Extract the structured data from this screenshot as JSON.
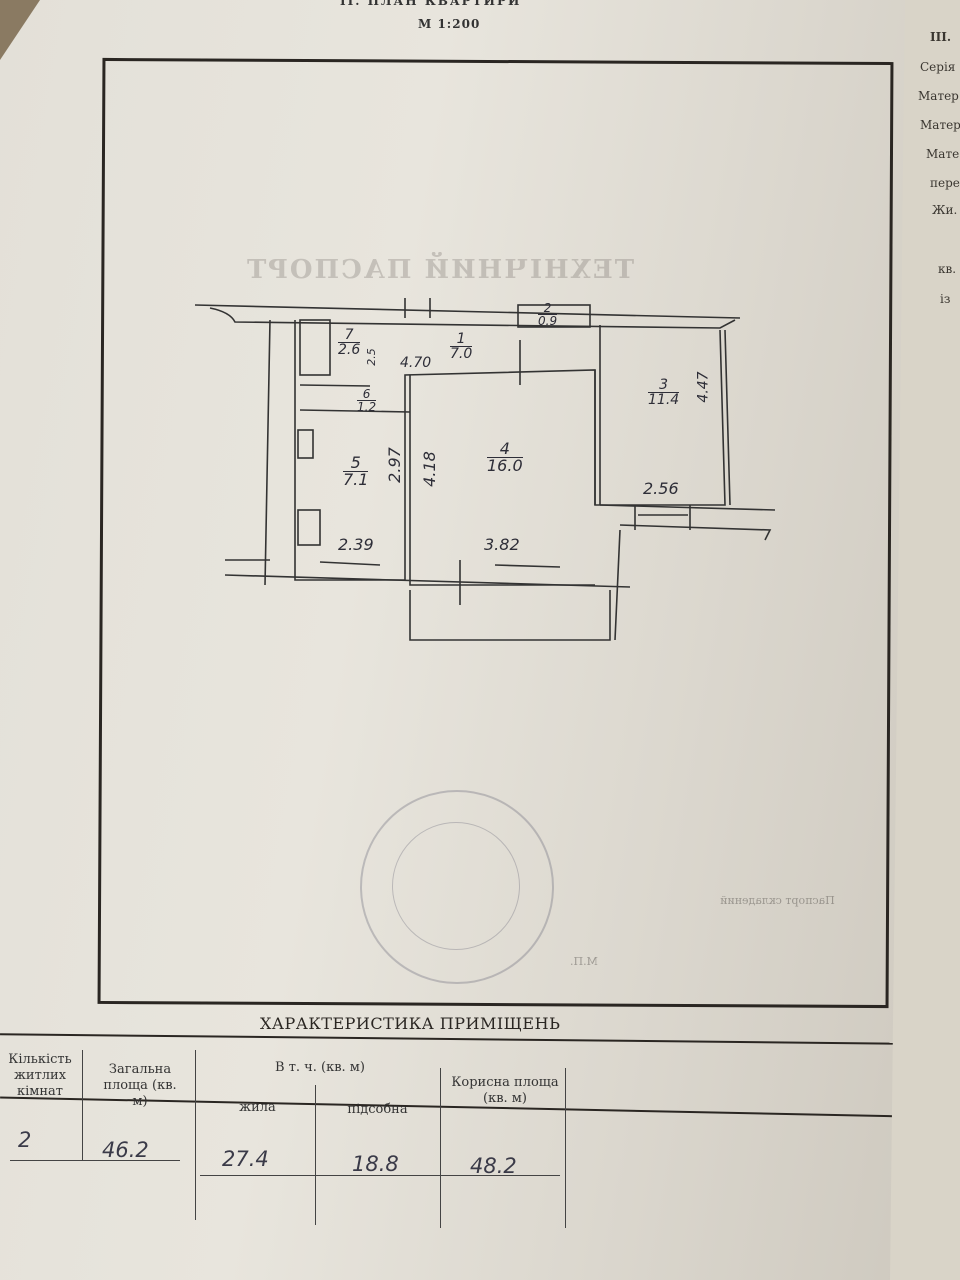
{
  "header": {
    "section_title": "II. ПЛАН КВАРТИРИ",
    "scale": "М 1:200"
  },
  "bleed_through": {
    "title": "ТЕХНІЧНИЙ ПАСПОРТ",
    "composed": "Паспорт складений",
    "seal_place": "М.П."
  },
  "plan": {
    "rooms": [
      {
        "number": "1",
        "area": "7.0"
      },
      {
        "number": "2",
        "area": "0.9"
      },
      {
        "number": "3",
        "area": "11.4"
      },
      {
        "number": "4",
        "area": "16.0"
      },
      {
        "number": "5",
        "area": "7.1"
      },
      {
        "number": "6",
        "area": "1.2"
      },
      {
        "number": "7",
        "area": "2.6"
      }
    ],
    "dimensions": {
      "d470": "4.70",
      "d447": "4.47",
      "d418": "4.18",
      "d297": "2.97",
      "d256": "2.56",
      "d239": "2.39",
      "d382": "3.82",
      "d25": "2.5"
    }
  },
  "table": {
    "title": "ХАРАКТЕРИСТИКА ПРИМІЩЕНЬ",
    "headers": {
      "rooms_count": "Кількість житлих кімнат",
      "total_area": "Загальна площа (кв. м)",
      "incl": "В т. ч. (кв. м)",
      "living": "жила",
      "auxiliary": "підсобна",
      "useful_area": "Корисна площа (кв. м)"
    },
    "row": {
      "rooms_count": "2",
      "total_area": "46.2",
      "living": "27.4",
      "auxiliary": "18.8",
      "useful_area": "48.2"
    }
  },
  "right_page": {
    "section": "III.",
    "lines": [
      "Серія",
      "Матер",
      "Матер",
      "Мате",
      "пере",
      "Жи.",
      "кв.",
      "із"
    ]
  }
}
